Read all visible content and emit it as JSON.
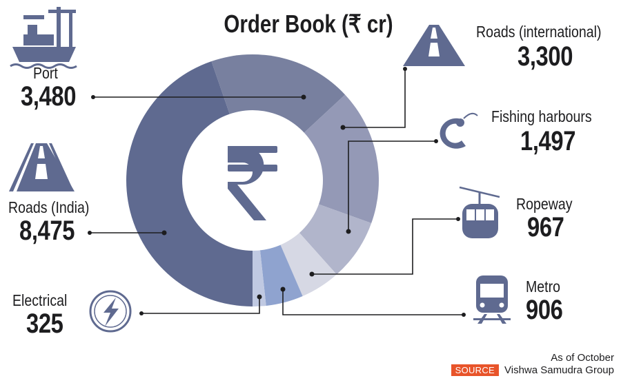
{
  "chart_data": {
    "type": "pie",
    "variant": "donut",
    "title": "Order Book (₹ cr)",
    "center_icon": "rupee-icon",
    "segments": [
      {
        "label": "Roads (India)",
        "value": 8475,
        "display": "8,475",
        "color": "#5f6a90",
        "icon": "road-icon"
      },
      {
        "label": "Port",
        "value": 3480,
        "display": "3,480",
        "color": "#78809f",
        "icon": "ship-port-icon"
      },
      {
        "label": "Roads (international)",
        "value": 3300,
        "display": "3,300",
        "color": "#9499b6",
        "icon": "road-icon"
      },
      {
        "label": "Fishing harbours",
        "value": 1497,
        "display": "1,497",
        "color": "#b1b5cb",
        "icon": "shrimp-icon"
      },
      {
        "label": "Ropeway",
        "value": 967,
        "display": "967",
        "color": "#d6d8e4",
        "icon": "cable-car-icon"
      },
      {
        "label": "Metro",
        "value": 906,
        "display": "906",
        "color": "#8fa3cf",
        "icon": "metro-train-icon"
      },
      {
        "label": "Electrical",
        "value": 325,
        "display": "325",
        "color": "#c0c9e2",
        "icon": "lightning-icon"
      }
    ]
  },
  "footer": {
    "date_note": "As of October",
    "source_badge": "SOURCE",
    "source": "Vishwa Samudra Group",
    "badge_color": "#e8542a"
  }
}
